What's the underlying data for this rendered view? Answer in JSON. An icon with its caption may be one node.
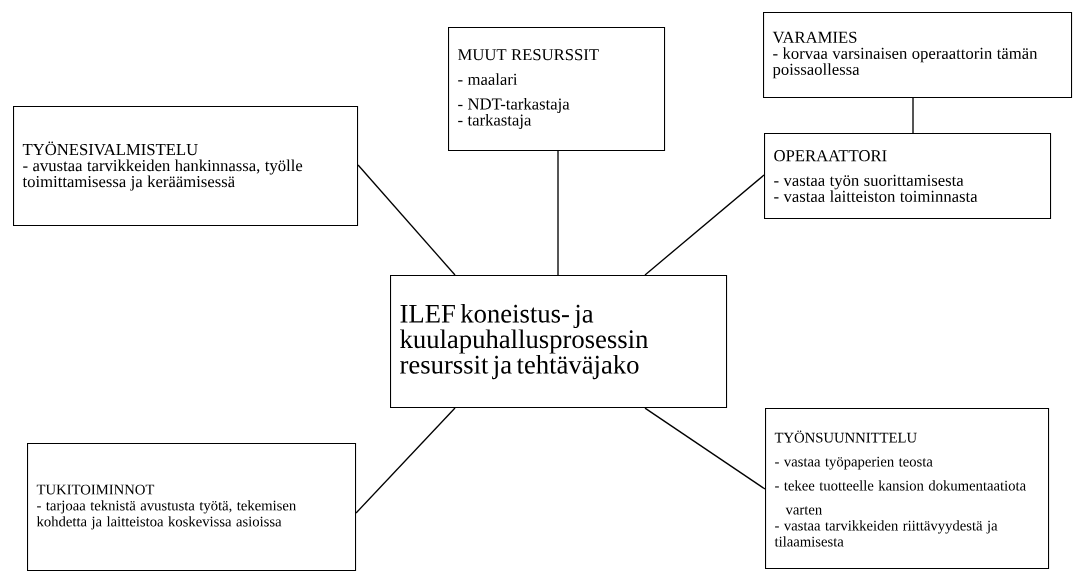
{
  "diagram": {
    "nodes": [
      {
        "text": [
          "TYÖNESIVALMISTELU",
          "- avustaa tarvikkeiden hankinnassa, työlle toimittamisessa ja keräämisessä"
        ]
      },
      {
        "text": [
          "MUUT RESURSSIT",
          "- maalari",
          "- NDT-tarkastaja",
          "- tarkastaja"
        ]
      },
      {
        "text": [
          "VARAMIES",
          "- korvaa varsinaisen operaattorin tämän poissaollessa"
        ]
      },
      {
        "text": [
          "OPERAATTORI",
          "- vastaa työn suorittamisesta",
          "- vastaa laitteiston toiminnasta"
        ]
      },
      {
        "text": [
          "ILEF koneistus- ja kuulapuhallusprosessin resurssit ja tehtäväjako"
        ]
      },
      {
        "text": [
          "TUKITOIMINNOT",
          "- tarjoaa teknistä avustusta työtä, tekemisen kohdetta ja laitteistoa koskevissa asioissa"
        ]
      },
      {
        "text": [
          "TYÖNSUUNNITTELU",
          "- vastaa työpaperien teosta",
          "- tekee tuotteelle kansion dokumentaatiota varten",
          "- vastaa tarvikkeiden riittävyydestä ja tilaamisesta"
        ]
      }
    ],
    "edges": [
      {
        "from": 4,
        "to": 0,
        "arrow": "none"
      },
      {
        "from": 4,
        "to": 1,
        "arrow": "none"
      },
      {
        "from": 4,
        "to": 3,
        "arrow": "none"
      },
      {
        "from": 2,
        "to": 3,
        "arrow": "none"
      },
      {
        "from": 4,
        "to": 5,
        "arrow": "none"
      },
      {
        "from": 4,
        "to": 6,
        "arrow": "none"
      }
    ]
  }
}
